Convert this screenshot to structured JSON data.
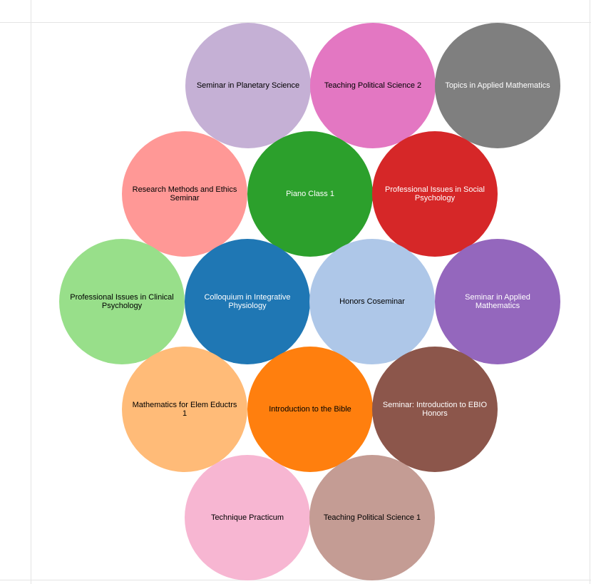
{
  "bubbles": [
    {
      "label": "Seminar in Planetary Science",
      "color": "#c5b0d5",
      "text_color": "#000000"
    },
    {
      "label": "Teaching Political Science 2",
      "color": "#e377c2",
      "text_color": "#000000"
    },
    {
      "label": "Topics in Applied Mathematics",
      "color": "#7f7f7f",
      "text_color": "#ffffff"
    },
    {
      "label": "Research Methods and Ethics Seminar",
      "color": "#ff9896",
      "text_color": "#000000"
    },
    {
      "label": "Piano Class 1",
      "color": "#2ca02c",
      "text_color": "#ffffff"
    },
    {
      "label": "Professional Issues in Social Psychology",
      "color": "#d62728",
      "text_color": "#ffffff"
    },
    {
      "label": "Professional Issues in Clinical Psychology",
      "color": "#98df8a",
      "text_color": "#000000"
    },
    {
      "label": "Colloquium in Integrative Physiology",
      "color": "#1f77b4",
      "text_color": "#ffffff"
    },
    {
      "label": "Honors Coseminar",
      "color": "#aec7e8",
      "text_color": "#000000"
    },
    {
      "label": "Seminar in Applied Mathematics",
      "color": "#9467bd",
      "text_color": "#ffffff"
    },
    {
      "label": "Mathematics for Elem Eductrs 1",
      "color": "#ffbb78",
      "text_color": "#000000"
    },
    {
      "label": "Introduction to the Bible",
      "color": "#ff7f0e",
      "text_color": "#000000"
    },
    {
      "label": "Seminar: Introduction to EBIO Honors",
      "color": "#8c564b",
      "text_color": "#ffffff"
    },
    {
      "label": "Technique Practicum",
      "color": "#f7b6d2",
      "text_color": "#000000"
    },
    {
      "label": "Teaching Political Science 1",
      "color": "#c49c94",
      "text_color": "#000000"
    }
  ]
}
